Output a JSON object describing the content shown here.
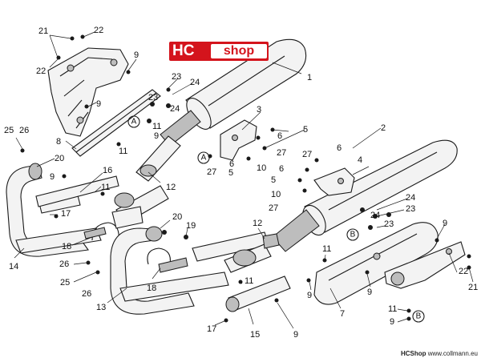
{
  "logo": {
    "brand_left": "HC",
    "brand_right": "shop"
  },
  "footer": {
    "shop": "HCShop",
    "url": "www.collmann.eu"
  },
  "callouts": [
    {
      "id": "A1",
      "label": "A"
    },
    {
      "id": "A2",
      "label": "A"
    },
    {
      "id": "B1",
      "label": "B"
    },
    {
      "id": "B2",
      "label": "B"
    }
  ],
  "parts": [
    {
      "id": "p21a",
      "label": "21"
    },
    {
      "id": "p22a",
      "label": "22"
    },
    {
      "id": "p22b",
      "label": "22"
    },
    {
      "id": "p9a",
      "label": "9"
    },
    {
      "id": "p9b",
      "label": "9"
    },
    {
      "id": "p8",
      "label": "8"
    },
    {
      "id": "p23a",
      "label": "23"
    },
    {
      "id": "p24a",
      "label": "24"
    },
    {
      "id": "p23b",
      "label": "23"
    },
    {
      "id": "p24b",
      "label": "24"
    },
    {
      "id": "p11a",
      "label": "11"
    },
    {
      "id": "p9c",
      "label": "9"
    },
    {
      "id": "p11b",
      "label": "11"
    },
    {
      "id": "p1",
      "label": "1"
    },
    {
      "id": "p3",
      "label": "3"
    },
    {
      "id": "p5a",
      "label": "5"
    },
    {
      "id": "p6a",
      "label": "6"
    },
    {
      "id": "p27a",
      "label": "27"
    },
    {
      "id": "p6b",
      "label": "6"
    },
    {
      "id": "p5b",
      "label": "5"
    },
    {
      "id": "p10a",
      "label": "10"
    },
    {
      "id": "p27b",
      "label": "27"
    },
    {
      "id": "p27c",
      "label": "27"
    },
    {
      "id": "p6c",
      "label": "6"
    },
    {
      "id": "p2",
      "label": "2"
    },
    {
      "id": "p4",
      "label": "4"
    },
    {
      "id": "p6d",
      "label": "6"
    },
    {
      "id": "p5c",
      "label": "5"
    },
    {
      "id": "p10b",
      "label": "10"
    },
    {
      "id": "p27d",
      "label": "27"
    },
    {
      "id": "p25a",
      "label": "25"
    },
    {
      "id": "p26a",
      "label": "26"
    },
    {
      "id": "p20a",
      "label": "20"
    },
    {
      "id": "p9d",
      "label": "9"
    },
    {
      "id": "p16",
      "label": "16"
    },
    {
      "id": "p11c",
      "label": "11"
    },
    {
      "id": "p12a",
      "label": "12"
    },
    {
      "id": "p17a",
      "label": "17"
    },
    {
      "id": "p14",
      "label": "14"
    },
    {
      "id": "p18a",
      "label": "18"
    },
    {
      "id": "p26b",
      "label": "26"
    },
    {
      "id": "p25b",
      "label": "25"
    },
    {
      "id": "p26c",
      "label": "26"
    },
    {
      "id": "p20b",
      "label": "20"
    },
    {
      "id": "p19",
      "label": "19"
    },
    {
      "id": "p18b",
      "label": "18"
    },
    {
      "id": "p13",
      "label": "13"
    },
    {
      "id": "p12b",
      "label": "12"
    },
    {
      "id": "p11d",
      "label": "11"
    },
    {
      "id": "p17b",
      "label": "17"
    },
    {
      "id": "p15",
      "label": "15"
    },
    {
      "id": "p9e",
      "label": "9"
    },
    {
      "id": "p9f",
      "label": "9"
    },
    {
      "id": "p11e",
      "label": "11"
    },
    {
      "id": "p7",
      "label": "7"
    },
    {
      "id": "p9g",
      "label": "9"
    },
    {
      "id": "p24c",
      "label": "24"
    },
    {
      "id": "p23c",
      "label": "23"
    },
    {
      "id": "p24d",
      "label": "24"
    },
    {
      "id": "p23d",
      "label": "23"
    },
    {
      "id": "p9h",
      "label": "9"
    },
    {
      "id": "p22c",
      "label": "22"
    },
    {
      "id": "p21b",
      "label": "21"
    },
    {
      "id": "p11f",
      "label": "11"
    },
    {
      "id": "p9i",
      "label": "9"
    }
  ]
}
